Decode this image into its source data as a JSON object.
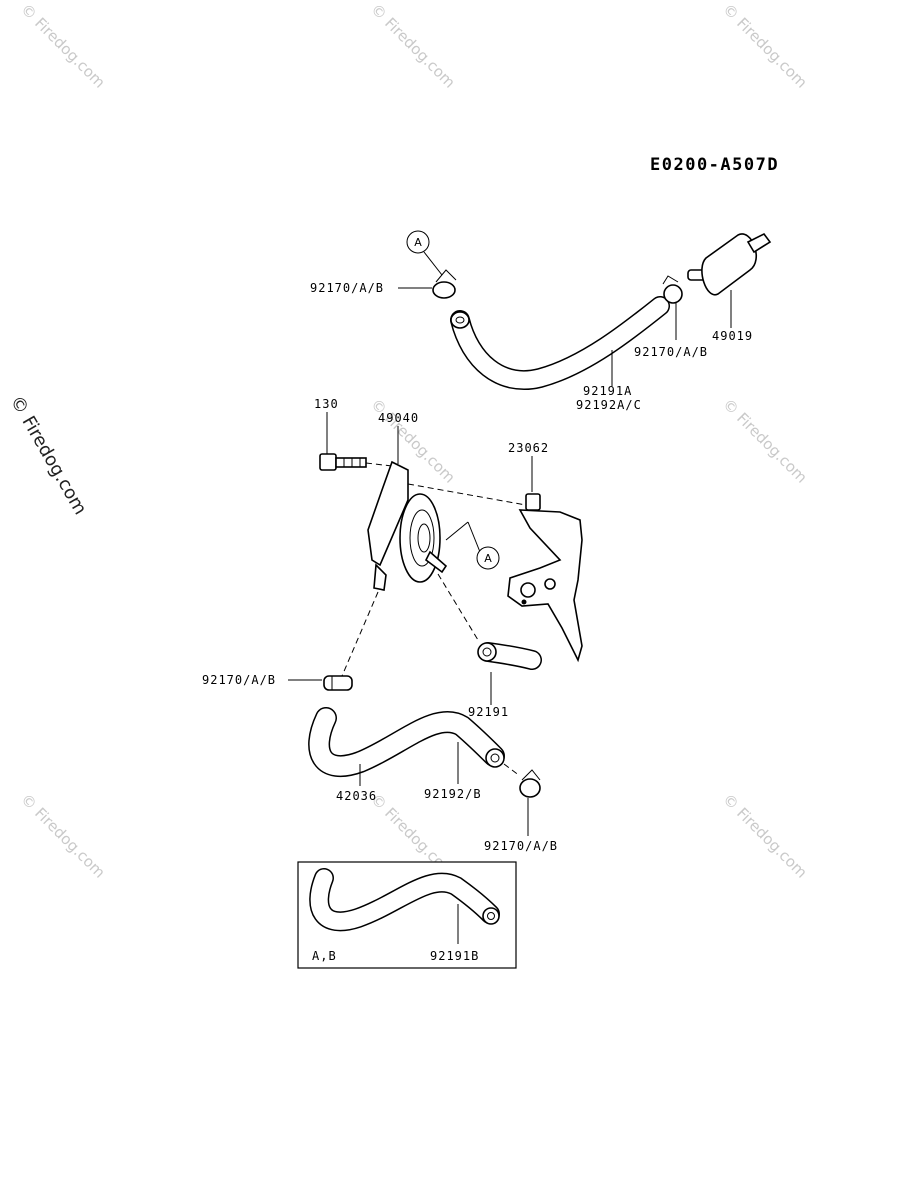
{
  "diagram_code": "E0200-A507D",
  "watermark": {
    "text": "© Firedog.com",
    "side_text": "© Firedog.com"
  },
  "callouts": {
    "a_top": "A",
    "a_mid": "A"
  },
  "labels": {
    "clamp_top_left": "92170/A/B",
    "clamp_top_right": "92170/A/B",
    "fuel_filter": "49019",
    "hose_top_1": "92191A",
    "hose_top_2": "92192A/C",
    "bolt": "130",
    "fuel_pump": "49040",
    "bracket": "23062",
    "clamp_mid_left": "92170/A/B",
    "hose_short": "92191",
    "hose_main": "42036",
    "hose_mid": "92192/B",
    "clamp_bottom": "92170/A/B",
    "inset_models": "A,B",
    "inset_hose": "92191B"
  }
}
